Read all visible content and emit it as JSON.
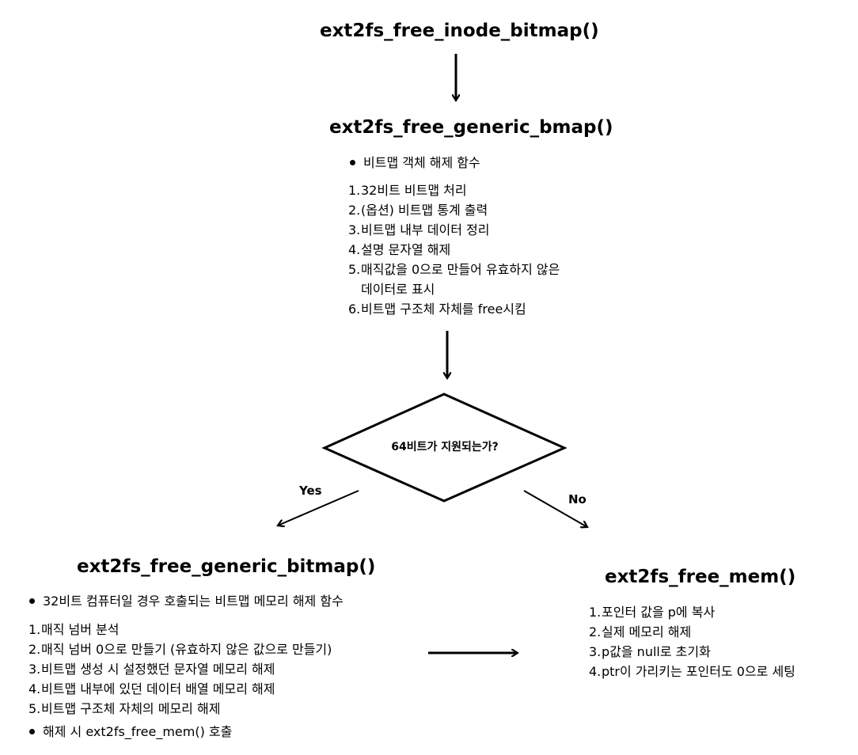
{
  "nodes": {
    "inode_bitmap": {
      "title": "ext2fs_free_inode_bitmap()"
    },
    "generic_bmap": {
      "title": "ext2fs_free_generic_bmap()",
      "bullet": "비트맵 객체 해제 함수",
      "steps": [
        {
          "num": "1.",
          "text": "32비트 비트맵 처리"
        },
        {
          "num": "2.",
          "text": "(옵션) 비트맵 통계 출력"
        },
        {
          "num": "3.",
          "text": "비트맵 내부 데이터 정리"
        },
        {
          "num": "4.",
          "text": "설명 문자열 해제"
        },
        {
          "num": "5.",
          "text": "매직값을 0으로 만들어 유효하지 않은",
          "cont": "데이터로 표시"
        },
        {
          "num": "6.",
          "text": "비트맵 구조체 자체를 free시킴"
        }
      ]
    },
    "decision": {
      "text": "64비트가 지원되는가?",
      "yes": "Yes",
      "no": "No"
    },
    "generic_bitmap": {
      "title": "ext2fs_free_generic_bitmap()",
      "bullet": "32비트 컴퓨터일 경우 호출되는 비트맵 메모리 해제 함수",
      "steps": [
        {
          "num": "1.",
          "text": "매직 넘버 분석"
        },
        {
          "num": "2.",
          "text": "매직 넘버 0으로 만들기 (유효하지 않은 값으로 만들기)"
        },
        {
          "num": "3.",
          "text": "비트맵 생성 시 설정했던 문자열 메모리 해제"
        },
        {
          "num": "4.",
          "text": "비트맵 내부에 있던 데이터 배열 메모리 해제"
        },
        {
          "num": "5.",
          "text": "비트맵 구조체 자체의 메모리 해제"
        }
      ],
      "footer_bullet": "해제 시 ext2fs_free_mem() 호출"
    },
    "free_mem": {
      "title": "ext2fs_free_mem()",
      "steps": [
        {
          "num": "1.",
          "text": "포인터 값을 p에 복사"
        },
        {
          "num": "2.",
          "text": "실제 메모리 해제"
        },
        {
          "num": "3.",
          "text": "p값을 null로 초기화"
        },
        {
          "num": "4.",
          "text": "ptr이 가리키는 포인터도 0으로 세팅"
        }
      ]
    }
  }
}
